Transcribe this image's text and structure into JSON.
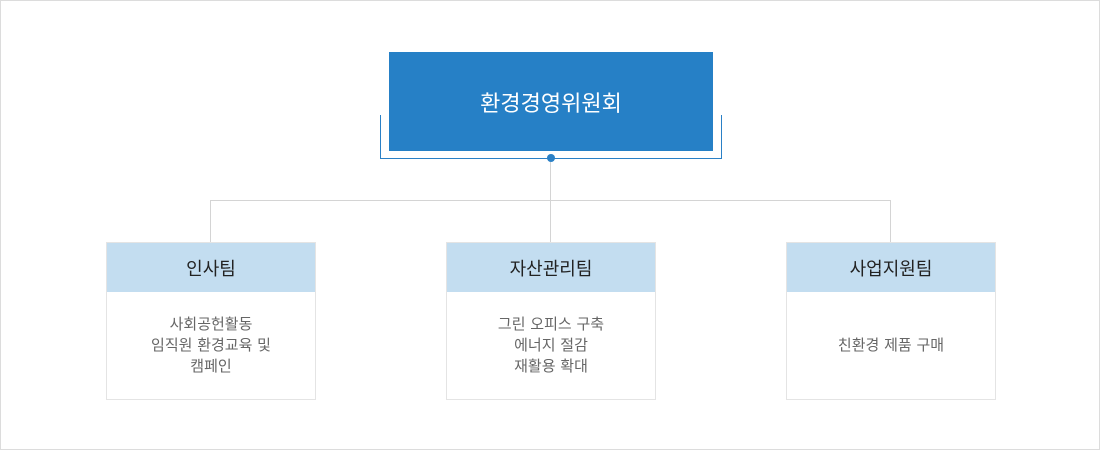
{
  "committee": {
    "name": "환경경영위원회"
  },
  "teams": [
    {
      "name": "인사팀",
      "tasks": [
        "사회공헌활동",
        "임직원 환경교육 및",
        "캠페인"
      ]
    },
    {
      "name": "자산관리팀",
      "tasks": [
        "그린 오피스 구축",
        "에너지 절감",
        "재활용 확대"
      ]
    },
    {
      "name": "사업지원팀",
      "tasks": [
        "친환경 제품 구매"
      ]
    }
  ],
  "colors": {
    "committee_fill": "#2680c6",
    "team_header_fill": "#c3ddf0",
    "connector_line": "#d4d4d4"
  }
}
